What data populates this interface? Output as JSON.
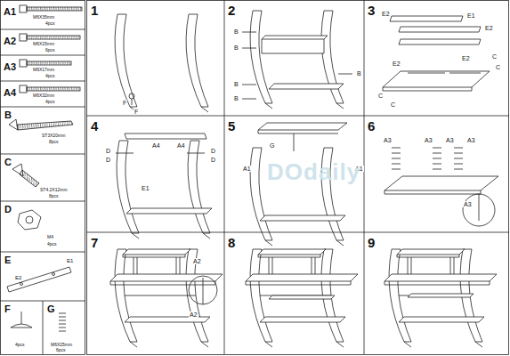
{
  "diagram": {
    "labels": [
      "A1",
      "M6X35mm",
      "4pcs",
      "A2",
      "M6X15mm",
      "6pcs",
      "A3",
      "M6X17mm",
      "4pcs",
      "A4",
      "M6X32mm",
      "4pcs",
      "B",
      "ST3X20mm",
      "8pcs",
      "C",
      "ST4.2X12mm",
      "8pcs",
      "D",
      "M4",
      "4pcs",
      "E",
      "E2",
      "E1",
      "F",
      "4pcs",
      "G",
      "M6X25mm",
      "6pcs",
      "1",
      "2",
      "3",
      "4",
      "5",
      "6",
      "7",
      "8",
      "9",
      "F",
      "F",
      "B",
      "B",
      "B",
      "B",
      "B",
      "E2",
      "E1",
      "E2",
      "E2",
      "E2",
      "C",
      "C",
      "C",
      "C",
      "A4",
      "A4",
      "D",
      "D",
      "D",
      "D",
      "E1",
      "G",
      "A1",
      "A1",
      "A3",
      "A3",
      "A3",
      "A3",
      "A3",
      "A2",
      "A2",
      "DOdaily"
    ]
  }
}
